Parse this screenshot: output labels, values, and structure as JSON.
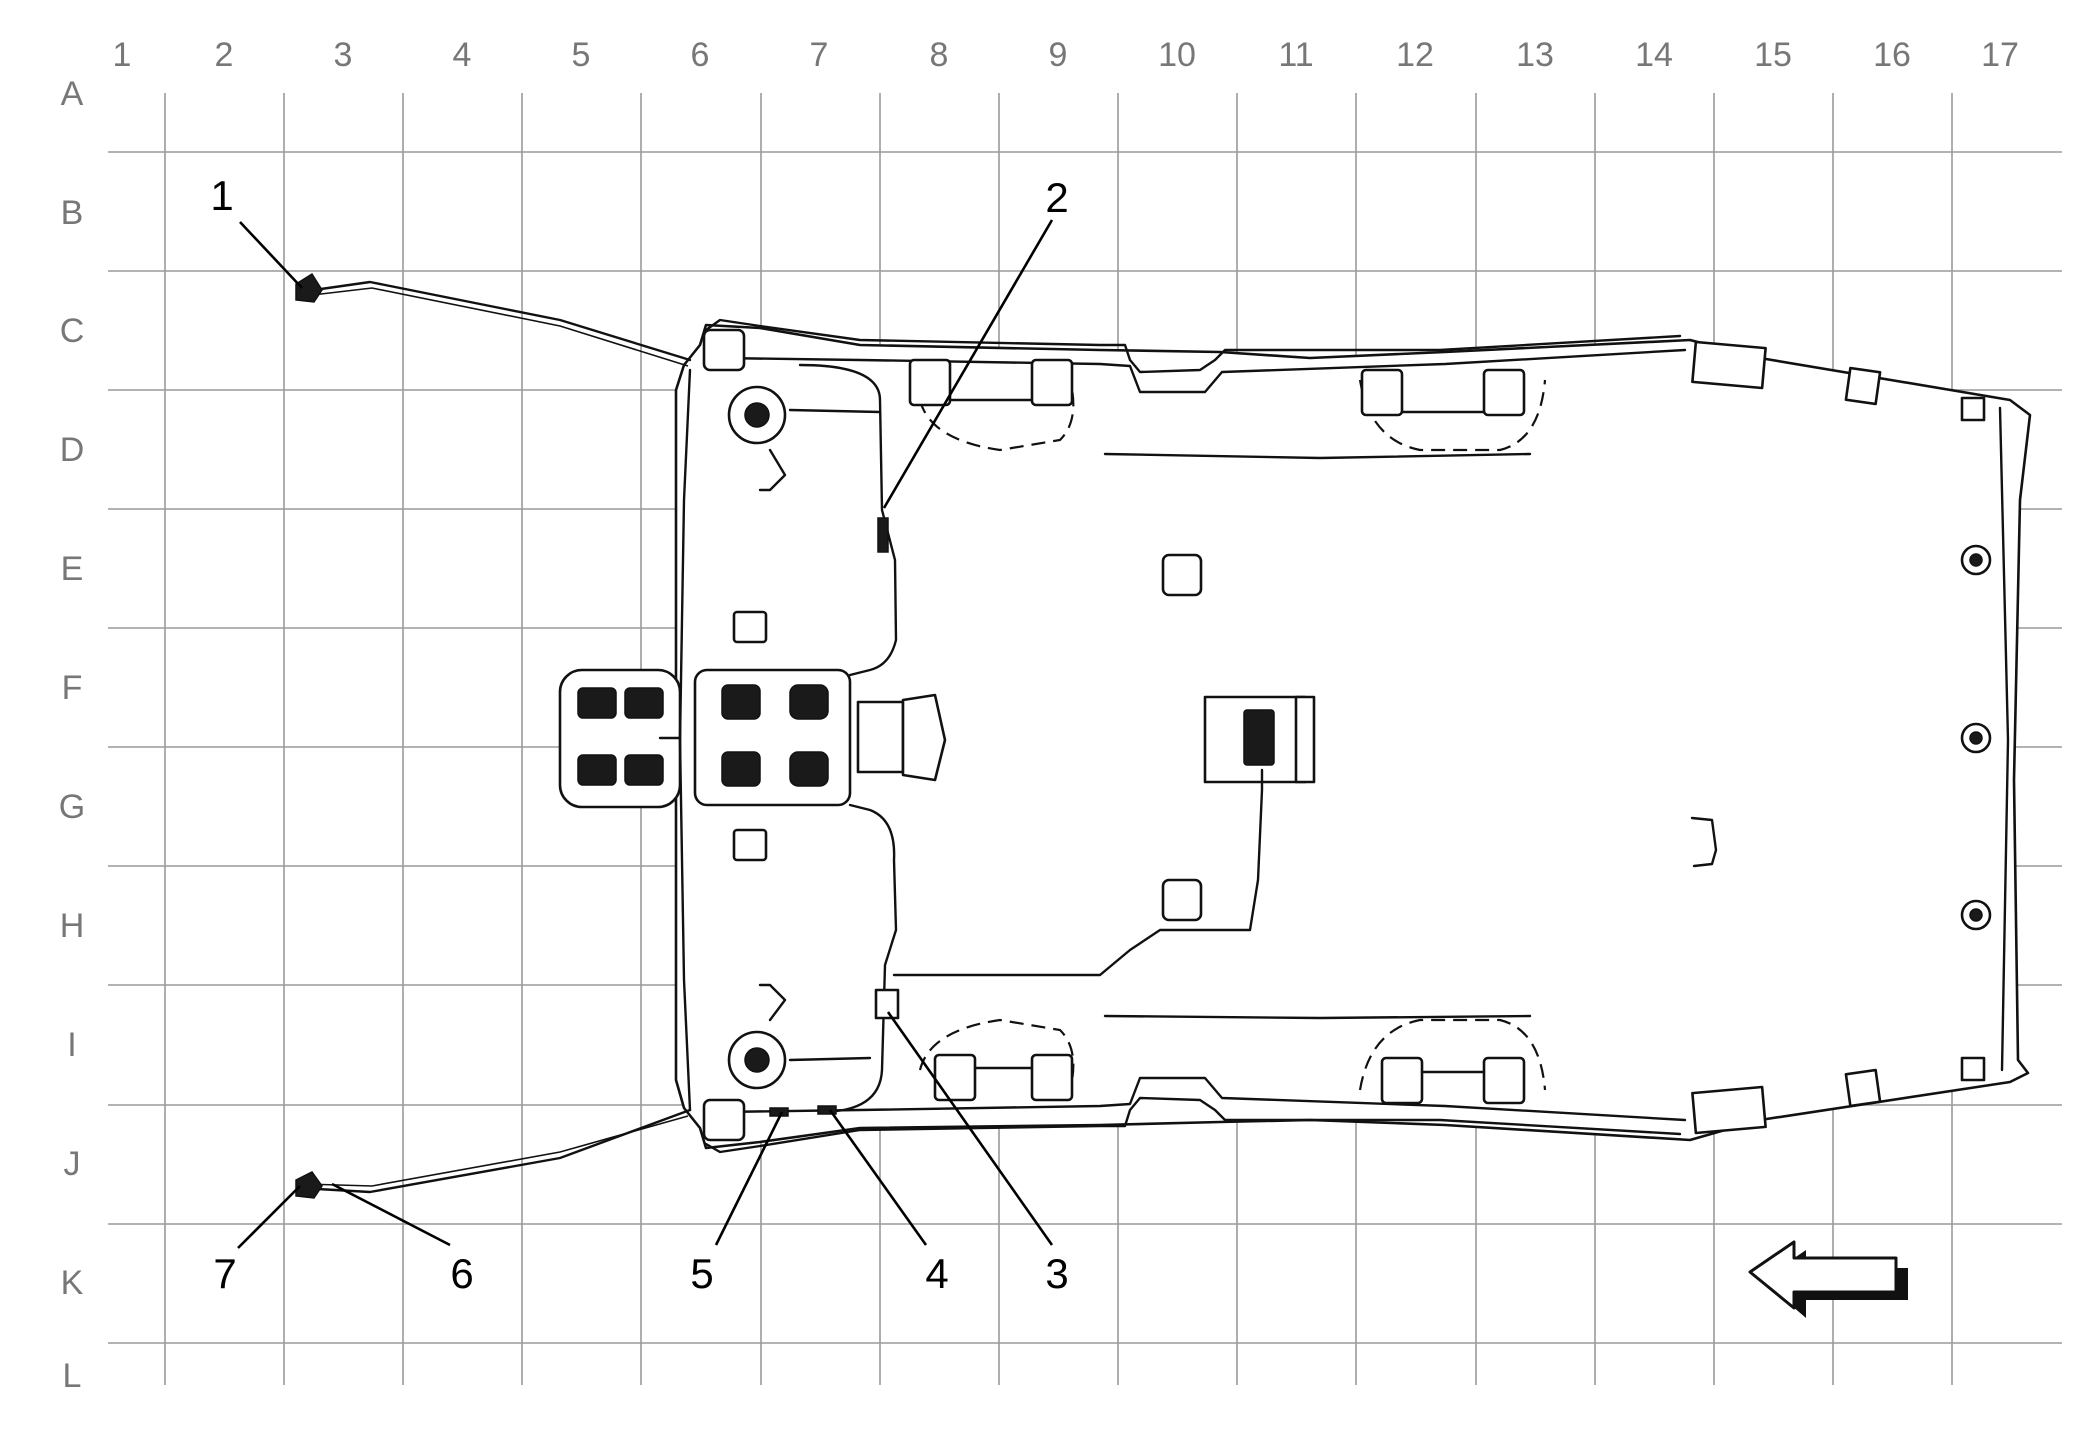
{
  "grid": {
    "columns": [
      "1",
      "2",
      "3",
      "4",
      "5",
      "6",
      "7",
      "8",
      "9",
      "10",
      "11",
      "12",
      "13",
      "14",
      "15",
      "16",
      "17"
    ],
    "rows": [
      "A",
      "B",
      "C",
      "D",
      "E",
      "F",
      "G",
      "H",
      "I",
      "J",
      "K",
      "L"
    ]
  },
  "callouts": [
    "1",
    "2",
    "3",
    "4",
    "5",
    "6",
    "7"
  ],
  "icons": {
    "direction_arrow": "left-arrow-icon"
  }
}
